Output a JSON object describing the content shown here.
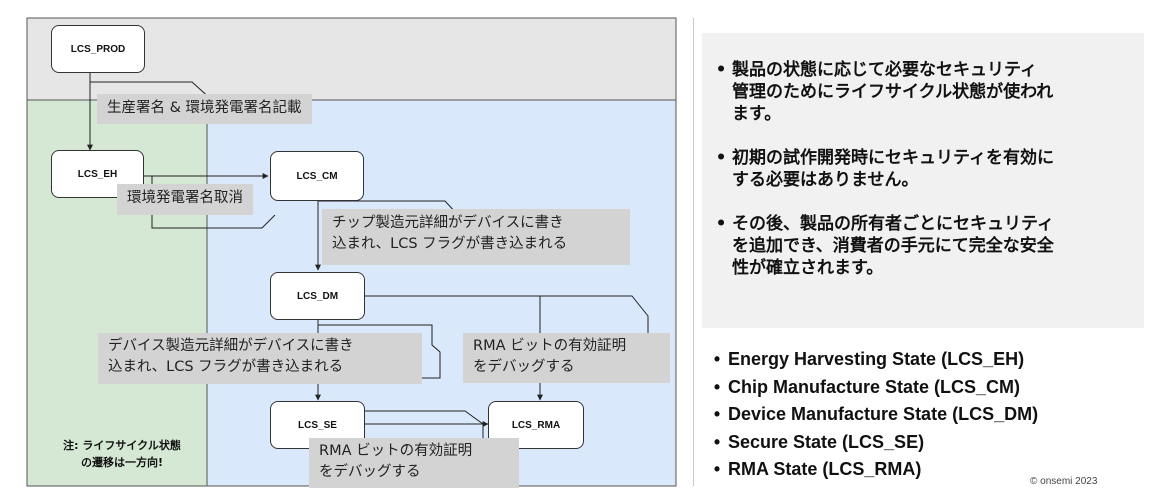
{
  "diagram": {
    "nodes": {
      "prod": "LCS_PROD",
      "eh": "LCS_EH",
      "cm": "LCS_CM",
      "dm": "LCS_DM",
      "se": "LCS_SE",
      "rma": "LCS_RMA"
    },
    "labels": {
      "prod_to_eh": "生産署名 & 環境発電署名記載",
      "eh_to_cm": "環境発電署名取消",
      "cm_to_dm": [
        "チップ製造元詳細がデバイスに書き",
        "込まれ、LCS フラグが書き込まれる"
      ],
      "dm_to_se": [
        "デバイス製造元詳細がデバイスに書き",
        "込まれ、LCS フラグが書き込まれる"
      ],
      "dm_to_rma": [
        "RMA ビットの有効証明",
        "をデバッグする"
      ],
      "se_to_rma": [
        "RMA ビットの有効証明",
        "をデバッグする"
      ]
    },
    "note": [
      "注: ライフサイクル状態",
      "の遷移は一方向!"
    ],
    "colors": {
      "prod_zone": "#e6e6e6",
      "eh_zone": "#d5e8d4",
      "blue_zone": "#dae8fc",
      "label_bg": "#d3d3d3"
    }
  },
  "info_points": [
    {
      "lines": [
        "製品の状態に応じて必要なセキュリティ",
        "管理のためにライフサイクル状態が使われ",
        "ます。"
      ]
    },
    {
      "lines": [
        "初期の試作開発時にセキュリティを有効に",
        "する必要はありません。"
      ]
    },
    {
      "lines": [
        "その後、製品の所有者ごとにセキュリティ",
        "を追加でき、消費者の手元にて完全な安全",
        "性が確立されます。"
      ]
    }
  ],
  "states": [
    "Energy Harvesting State (LCS_EH)",
    "Chip Manufacture State (LCS_CM)",
    "Device Manufacture State (LCS_DM)",
    "Secure State (LCS_SE)",
    "RMA State (LCS_RMA)"
  ],
  "copyright": "© onsemi 2023"
}
